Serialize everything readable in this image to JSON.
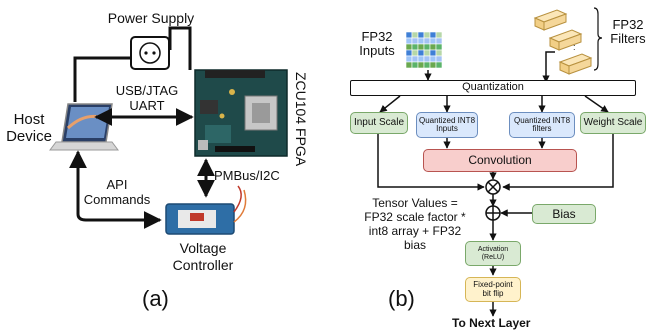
{
  "panel_a": {
    "power_supply": "Power Supply",
    "host_device": "Host\nDevice",
    "usb_jtag": "USB/JTAG\nUART",
    "fpga": "ZCU104 FPGA",
    "pmbus": "PMBus/I2C",
    "api": "API\nCommands",
    "voltage_controller": "Voltage\nController",
    "panel_label": "(a)"
  },
  "panel_b": {
    "fp32_inputs": "FP32\nInputs",
    "fp32_filters": "FP32\nFilters",
    "filters_ellipsis": ":",
    "quantization": "Quantization",
    "input_scale": "Input Scale",
    "quantized_inputs": "Quantized INT8\nInputs",
    "quantized_filters": "Quantized INT8\nfilters",
    "weight_scale": "Weight Scale",
    "convolution": "Convolution",
    "multiply": "⊗",
    "add": "⊕",
    "bias": "Bias",
    "tensor_values": "Tensor Values =\nFP32 scale factor *\nint8 array + FP32\nbias",
    "activation": "Activation\n(ReLU)",
    "bitflip": "Fixed-point\nbit flip",
    "next_layer": "To Next Layer",
    "panel_label": "(b)"
  },
  "colors": {
    "green_fill": "#d9ead3",
    "green_border": "#7aa86a",
    "blue_fill": "#dae8fc",
    "blue_border": "#6c8ebf",
    "red_fill": "#f8cecc",
    "red_border": "#b85450",
    "yellow_fill": "#fff2cc",
    "yellow_border": "#d6b656",
    "filter_fill": "#f5d79a",
    "grid_blue": "#3f7fd6",
    "grid_green": "#5bb36a"
  }
}
